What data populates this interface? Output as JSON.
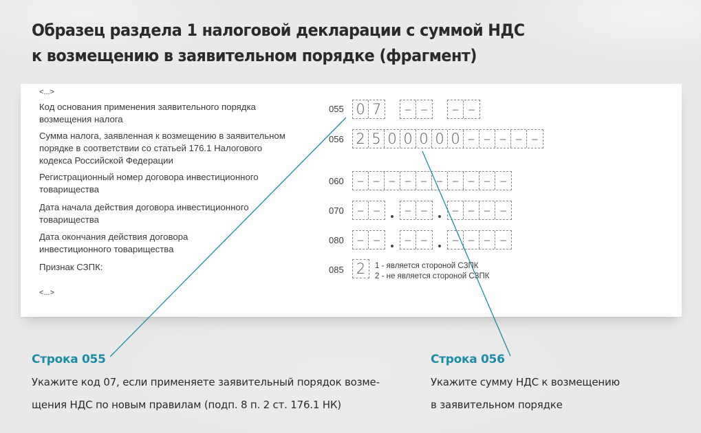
{
  "title": {
    "line1": "Образец раздела 1 налоговой декларации с суммой НДС",
    "line2": "к возмещению в заявительном порядке (фрагмент)"
  },
  "form": {
    "ellipsis_top": "<...>",
    "ellipsis_bottom": "<...>",
    "rows": [
      {
        "code": "055",
        "label_lines": [
          "Код основания применения заявительного порядка",
          "возмещения налога"
        ],
        "groups": [
          [
            "0",
            "7"
          ],
          [
            "–",
            "–"
          ],
          [
            "–",
            "–"
          ]
        ]
      },
      {
        "code": "056",
        "label_lines": [
          "Сумма налога, заявленная к возмещению в заявительном",
          "порядке в соответствии со статьей 176.1 Налогового",
          "кодекса Российской Федерации"
        ],
        "groups": [
          [
            "2",
            "5",
            "0",
            "0",
            "0",
            "0",
            "0",
            "–",
            "–",
            "–",
            "–",
            "–"
          ]
        ]
      },
      {
        "code": "060",
        "label_lines": [
          "Регистрационный номер договора инвестиционного",
          "товарищества"
        ],
        "groups": [
          [
            "–",
            "–",
            "–",
            "–",
            "–",
            "–",
            "–",
            "–",
            "–",
            "–"
          ]
        ]
      },
      {
        "code": "070",
        "label_lines": [
          "Дата начала действия договора инвестиционного",
          "товарищества"
        ],
        "groups": [
          [
            "–",
            "–"
          ],
          [
            "–",
            "–"
          ],
          [
            "–",
            "–",
            "–",
            "–"
          ]
        ]
      },
      {
        "code": "080",
        "label_lines": [
          "Дата окончания действия договора",
          "инвестиционного товарищества"
        ],
        "groups": [
          [
            "–",
            "–"
          ],
          [
            "–",
            "–"
          ],
          [
            "–",
            "–",
            "–",
            "–"
          ]
        ]
      },
      {
        "code": "085",
        "label_lines": [
          "Признак СЗПК:"
        ],
        "groups": [
          [
            "2"
          ]
        ],
        "legend": [
          "1 - является стороной СЗПК",
          "2 - не является стороной СЗПК"
        ]
      }
    ]
  },
  "callouts": [
    {
      "title": "Строка 055",
      "text_lines": [
        "Укажите код 07, если применяете заявительный порядок возме-",
        "щения НДС по новым правилам (подп. 8 п. 2 ст. 176.1 НК)"
      ]
    },
    {
      "title": "Строка 056",
      "text_lines": [
        "Укажите сумму НДС к возмещению",
        "в заявительном порядке"
      ]
    }
  ],
  "colors": {
    "accent": "#1b8ba6",
    "background": "#e9e9ea",
    "card": "#ffffff",
    "title_text": "#2a2a2a"
  }
}
